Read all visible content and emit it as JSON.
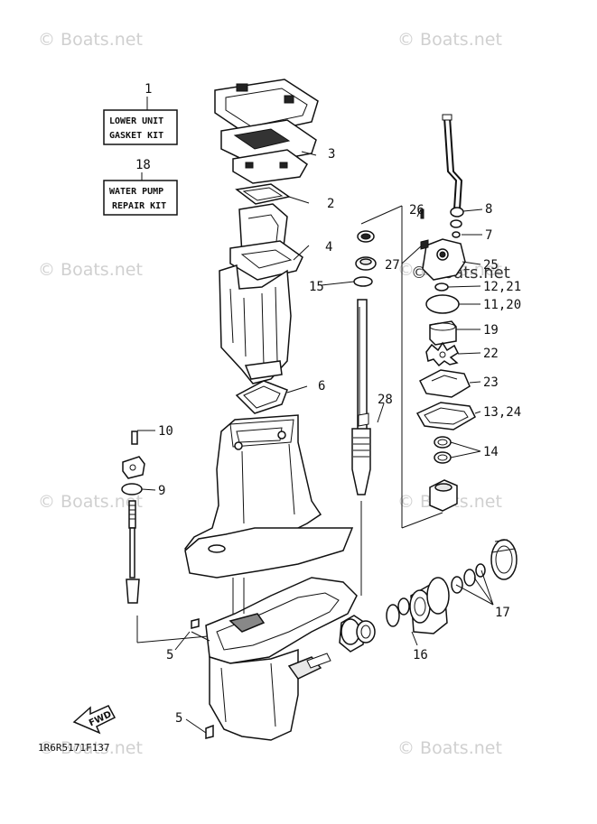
{
  "watermarks": [
    "© Boats.net",
    "© Boats.net",
    "© Boats.net",
    "© Boats.net",
    "© Boats.net",
    "© Boats.net",
    "© Boats.net",
    "© Boats.net",
    "© Boats.net"
  ],
  "kits": {
    "lower_unit_number": "1",
    "lower_unit_line1": "LOWER UNIT",
    "lower_unit_line2": "GASKET KIT",
    "water_pump_number": "18",
    "water_pump_line1": "WATER PUMP",
    "water_pump_line2": "REPAIR KIT"
  },
  "callouts": {
    "c3": "3",
    "c2": "2",
    "c4": "4",
    "c15": "15",
    "c6": "6",
    "c26": "26",
    "c8": "8",
    "c7": "7",
    "c27": "27",
    "c25": "25",
    "c12_21": "12,21",
    "c11_20": "11,20",
    "c19": "19",
    "c22": "22",
    "c23": "23",
    "c13_24": "13,24",
    "c28": "28",
    "c14": "14",
    "c10": "10",
    "c9": "9",
    "c17": "17",
    "c16": "16",
    "c5a": "5",
    "c5b": "5"
  },
  "fwd_label": "FWD",
  "diagram_code": "1R6R5171F137"
}
